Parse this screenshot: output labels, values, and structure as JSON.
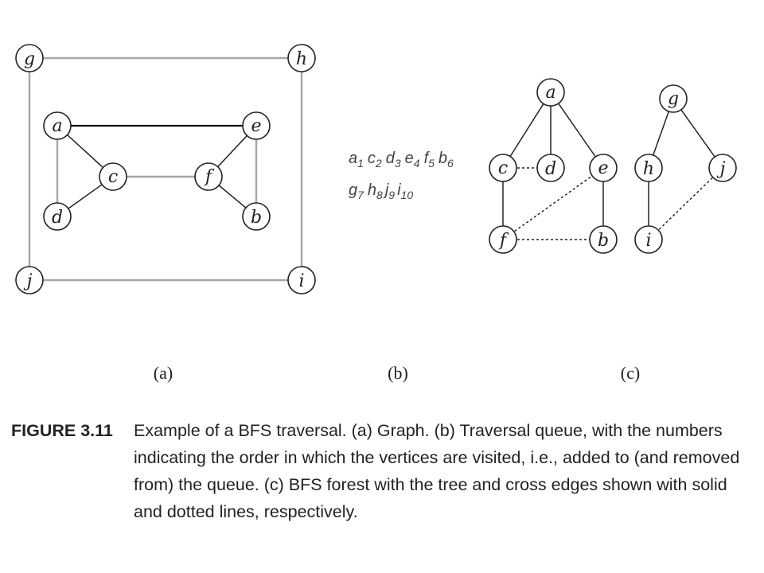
{
  "diagram": {
    "queue": {
      "line1": [
        {
          "v": "a",
          "n": "1"
        },
        {
          "v": "c",
          "n": "2"
        },
        {
          "v": "d",
          "n": "3"
        },
        {
          "v": "e",
          "n": "4"
        },
        {
          "v": "f",
          "n": "5"
        },
        {
          "v": "b",
          "n": "6"
        }
      ],
      "line2": [
        {
          "v": "g",
          "n": "7"
        },
        {
          "v": "h",
          "n": "8"
        },
        {
          "v": "j",
          "n": "9"
        },
        {
          "v": "i",
          "n": "10"
        }
      ]
    },
    "panel_labels": {
      "a": "(a)",
      "b": "(b)",
      "c": "(c)"
    }
  },
  "graph": {
    "vertices": [
      "g",
      "h",
      "a",
      "e",
      "c",
      "f",
      "d",
      "b",
      "j",
      "i"
    ],
    "edges": [
      [
        "g",
        "h"
      ],
      [
        "g",
        "j"
      ],
      [
        "h",
        "i"
      ],
      [
        "j",
        "i"
      ],
      [
        "a",
        "e"
      ],
      [
        "a",
        "c"
      ],
      [
        "a",
        "d"
      ],
      [
        "c",
        "d"
      ],
      [
        "c",
        "f"
      ],
      [
        "f",
        "e"
      ],
      [
        "f",
        "b"
      ],
      [
        "e",
        "b"
      ]
    ]
  },
  "forest": {
    "tree_edges": [
      [
        "a",
        "c"
      ],
      [
        "a",
        "d"
      ],
      [
        "a",
        "e"
      ],
      [
        "c",
        "f"
      ],
      [
        "e",
        "b"
      ],
      [
        "g",
        "h"
      ],
      [
        "g",
        "j"
      ],
      [
        "h",
        "i"
      ]
    ],
    "cross_edges": [
      [
        "c",
        "d"
      ],
      [
        "f",
        "e"
      ],
      [
        "f",
        "b"
      ],
      [
        "j",
        "i"
      ]
    ]
  },
  "caption": {
    "label": "FIGURE 3.11",
    "text": "Example of a BFS traversal. (a) Graph. (b) Traversal queue, with the numbers indicating the order in which the vertices are visited, i.e., added to (and removed from) the queue. (c) BFS forest with the tree and cross edges shown with solid and dotted lines, respectively."
  }
}
